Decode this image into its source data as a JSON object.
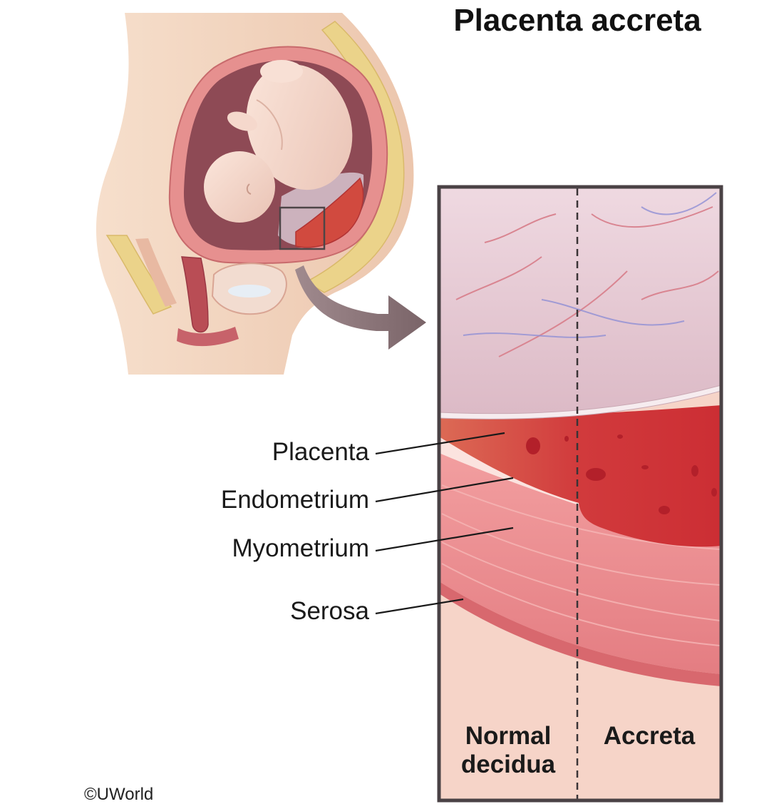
{
  "title": "Placenta accreta",
  "labels": {
    "placenta": "Placenta",
    "endometrium": "Endometrium",
    "myometrium": "Myometrium",
    "serosa": "Serosa"
  },
  "columns": {
    "left_line1": "Normal",
    "left_line2": "decidua",
    "right": "Accreta"
  },
  "copyright": "©UWorld",
  "colors": {
    "skin": "#f1d3bd",
    "fat": "#ecd489",
    "uterine_wall": "#e79a98",
    "amniotic_cavity": "#8e4a55",
    "fetus": "#f5d8cc",
    "membrane": "#e7c9d2",
    "placenta": "#d33c3a",
    "myometrium": "#ee8e90",
    "serosa": "#d86c70",
    "arrow": "#8a7478",
    "frame": "#4a4245"
  }
}
